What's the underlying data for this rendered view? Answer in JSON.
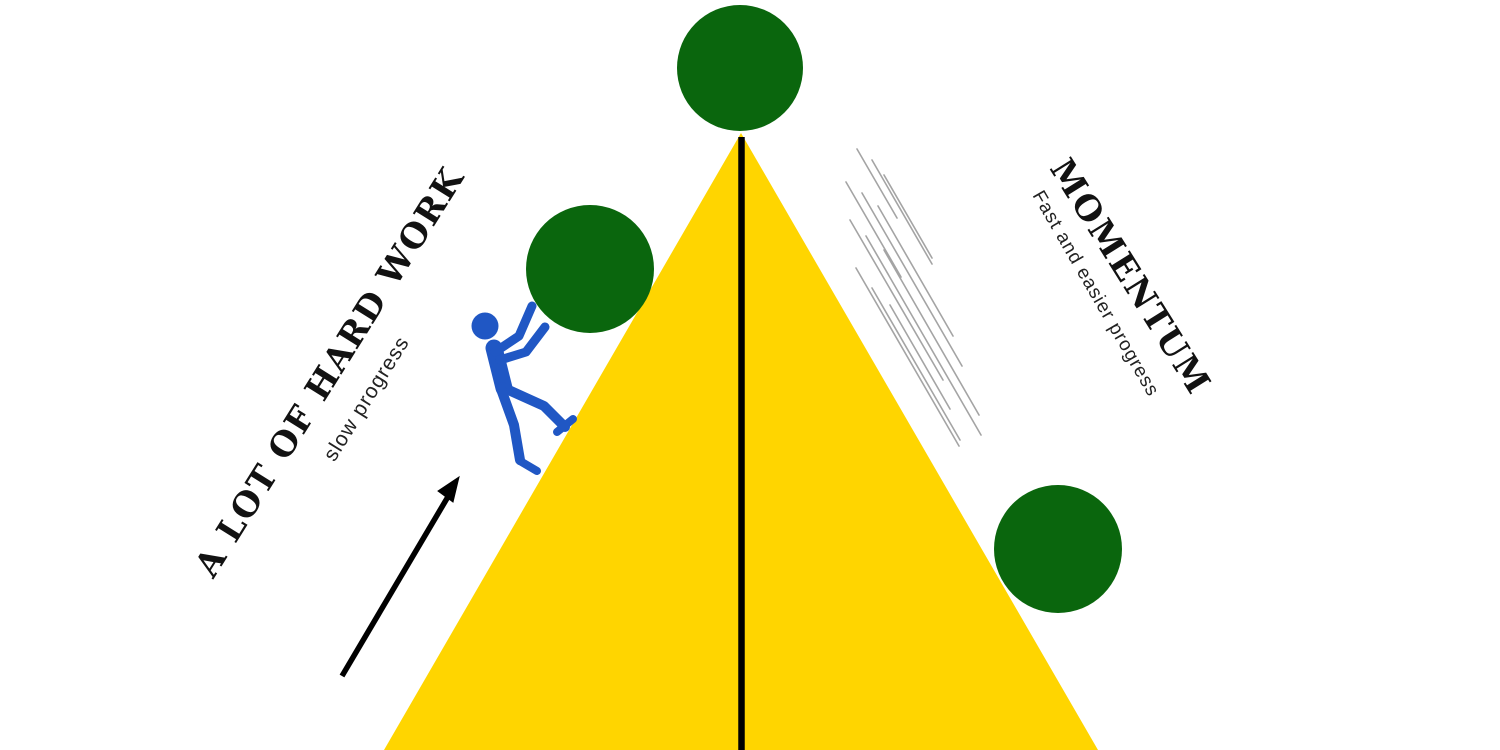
{
  "diagram": {
    "left": {
      "heading": "A LOT OF HARD WORK",
      "subheading": "slow progress"
    },
    "right": {
      "heading": "MOMENTUM",
      "subheading": "Fast and easier progress"
    }
  },
  "colors": {
    "background": "#FFFFFF",
    "mountain_yellow": "#FFD500",
    "boulder_green": "#0A660D",
    "climber_blue": "#2057C4",
    "divider_black": "#000000",
    "arrow_black": "#000000",
    "speed_lines_gray": "#9B9B9B",
    "text_black": "#121212"
  },
  "icons": {
    "mountain": "yellow-triangle-peak",
    "boulder_top": "green-circle-at-peak",
    "boulder_left": "green-circle-on-left-slope",
    "boulder_right": "green-circle-rolling-down-right-slope",
    "climber": "blue-person-pushing-boulder-uphill",
    "upward_arrow": "black-arrow-up-right",
    "speed_lines": "gray-diagonal-motion-lines",
    "center_divider": "vertical-black-line-splitting-mountain"
  }
}
